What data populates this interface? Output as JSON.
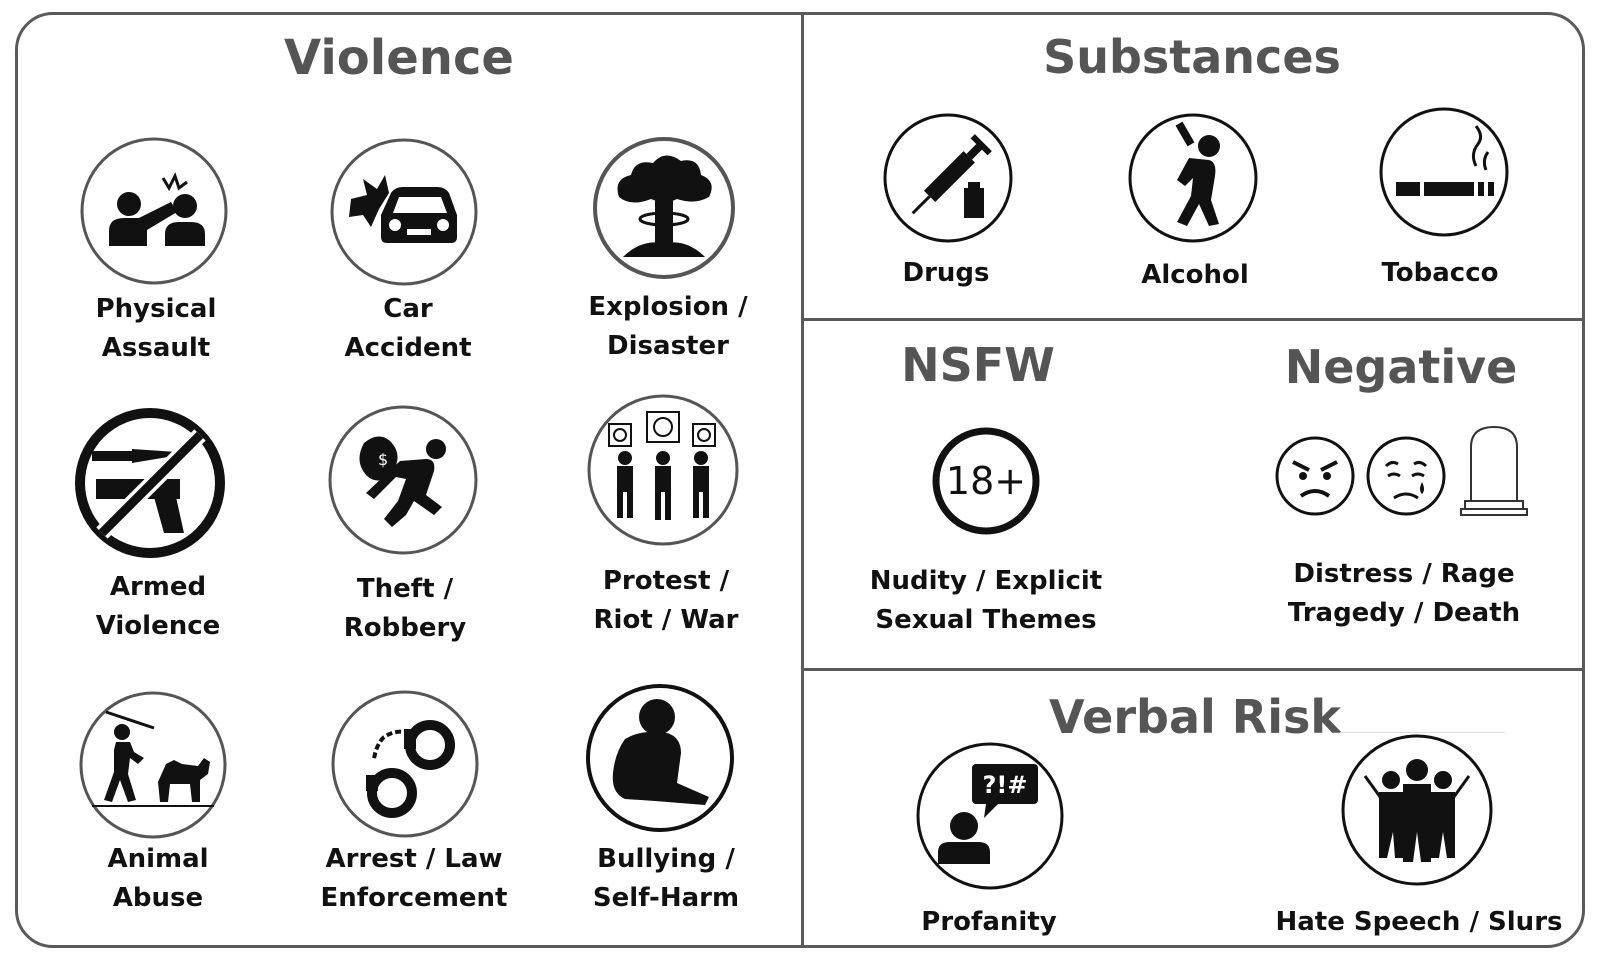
{
  "sections": {
    "violence": "Violence",
    "substances": "Substances",
    "nsfw": "NSFW",
    "negative": "Negative",
    "verbal": "Verbal Risk"
  },
  "items": {
    "physical_assault": [
      "Physical",
      "Assault"
    ],
    "car_accident": [
      "Car",
      "Accident"
    ],
    "explosion": [
      "Explosion /",
      "Disaster"
    ],
    "armed_violence": [
      "Armed",
      "Violence"
    ],
    "theft": [
      "Theft /",
      "Robbery"
    ],
    "protest": [
      "Protest /",
      "Riot / War"
    ],
    "animal_abuse": [
      "Animal",
      "Abuse"
    ],
    "arrest": [
      "Arrest / Law",
      "Enforcement"
    ],
    "bullying": [
      "Bullying /",
      "Self-Harm"
    ],
    "drugs": "Drugs",
    "alcohol": "Alcohol",
    "tobacco": "Tobacco",
    "nsfw": [
      "Nudity / Explicit",
      "Sexual Themes"
    ],
    "negative": [
      "Distress / Rage",
      "Tragedy / Death"
    ],
    "profanity": "Profanity",
    "hate_speech": "Hate Speech / Slurs"
  },
  "badges": {
    "age": "18+",
    "profanity_symbols": "?!#"
  },
  "icons": [
    "physical-assault-icon",
    "car-accident-icon",
    "explosion-icon",
    "armed-violence-icon",
    "theft-icon",
    "protest-icon",
    "animal-abuse-icon",
    "handcuffs-icon",
    "bullying-icon",
    "syringe-icon",
    "alcohol-icon",
    "cigarette-icon",
    "age-restriction-icon",
    "angry-face-icon",
    "crying-face-icon",
    "tombstone-icon",
    "profanity-speech-icon",
    "hate-group-icon"
  ],
  "colors": {
    "border": "#5a5a5a",
    "title": "#555555",
    "icon": "#111111"
  }
}
